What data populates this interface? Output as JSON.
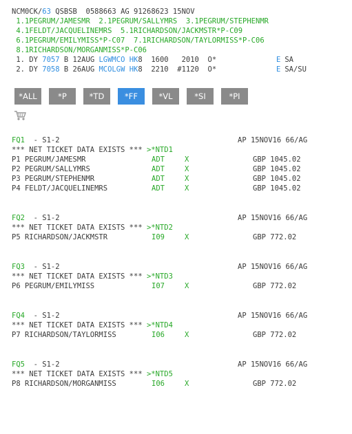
{
  "pnr": {
    "header": {
      "office_prefix": "NCM0CK/",
      "office_agent": "63",
      "rest": " QSBSB  0588663 AG 91268623 15NOV"
    },
    "names_lines": [
      " 1.1PEGRUM/JAMESMR  2.1PEGRUM/SALLYMRS  3.1PEGRUM/STEPHENMR",
      " 4.1FELDT/JACQUELINEMRS  5.1RICHARDSON/JACKMSTR*P-C09",
      " 6.1PEGRUM/EMILYMISS*P-C07  7.1RICHARDSON/TAYLORMISS*P-C06",
      " 8.1RICHARDSON/MORGANMISS*P-C06"
    ],
    "segments": [
      {
        "num": " 1. DY ",
        "flight": "7057",
        "cls": " B 12AUG ",
        "route": "LGWMCO",
        "status": " HK",
        "qty": "8",
        "times": "  1600   2010  O*",
        "eticket": "E",
        "days": " SA"
      },
      {
        "num": " 2. DY ",
        "flight": "7058",
        "cls": " B 26AUG ",
        "route": "MCOLGW",
        "status": " HK",
        "qty": "8",
        "times": "  2210  #1120  O*",
        "eticket": "E",
        "days": " SA/SU"
      }
    ]
  },
  "toolbar": {
    "buttons": [
      {
        "label": "*ALL",
        "active": false
      },
      {
        "label": "*P",
        "active": false
      },
      {
        "label": "*TD",
        "active": false
      },
      {
        "label": "*FF",
        "active": true
      },
      {
        "label": "*VL",
        "active": false
      },
      {
        "label": "*SI",
        "active": false
      },
      {
        "label": "*PI",
        "active": false
      }
    ],
    "cart_icon": "shopping-cart-icon",
    "active_color": "#3a8ee0",
    "inactive_color": "#8a8a8a"
  },
  "fares": [
    {
      "id": "FQ1",
      "segs": "  - S1-2",
      "ap": "AP 15NOV16 66/AG",
      "net_text": "*** NET TICKET DATA EXISTS *** ",
      "net_link": ">*NTD1",
      "passengers": [
        {
          "name": "P1 PEGRUM/JAMESMR",
          "type": "ADT",
          "x": "X",
          "amount": "GBP 1045.02"
        },
        {
          "name": "P2 PEGRUM/SALLYMRS",
          "type": "ADT",
          "x": "X",
          "amount": "GBP 1045.02"
        },
        {
          "name": "P3 PEGRUM/STEPHENMR",
          "type": "ADT",
          "x": "X",
          "amount": "GBP 1045.02"
        },
        {
          "name": "P4 FELDT/JACQUELINEMRS",
          "type": "ADT",
          "x": "X",
          "amount": "GBP 1045.02"
        }
      ]
    },
    {
      "id": "FQ2",
      "segs": "  - S1-2",
      "ap": "AP 15NOV16 66/AG",
      "net_text": "*** NET TICKET DATA EXISTS *** ",
      "net_link": ">*NTD2",
      "passengers": [
        {
          "name": "P5 RICHARDSON/JACKMSTR",
          "type": "I09",
          "x": "X",
          "amount": "GBP 772.02"
        }
      ]
    },
    {
      "id": "FQ3",
      "segs": "  - S1-2",
      "ap": "AP 15NOV16 66/AG",
      "net_text": "*** NET TICKET DATA EXISTS *** ",
      "net_link": ">*NTD3",
      "passengers": [
        {
          "name": "P6 PEGRUM/EMILYMISS",
          "type": "I07",
          "x": "X",
          "amount": "GBP 772.02"
        }
      ]
    },
    {
      "id": "FQ4",
      "segs": "  - S1-2",
      "ap": "AP 15NOV16 66/AG",
      "net_text": "*** NET TICKET DATA EXISTS *** ",
      "net_link": ">*NTD4",
      "passengers": [
        {
          "name": "P7 RICHARDSON/TAYLORMISS",
          "type": "I06",
          "x": "X",
          "amount": "GBP 772.02"
        }
      ]
    },
    {
      "id": "FQ5",
      "segs": "  - S1-2",
      "ap": "AP 15NOV16 66/AG",
      "net_text": "*** NET TICKET DATA EXISTS *** ",
      "net_link": ">*NTD5",
      "passengers": [
        {
          "name": "P8 RICHARDSON/MORGANMISS",
          "type": "I06",
          "x": "X",
          "amount": "GBP 772.02"
        }
      ]
    }
  ],
  "colors": {
    "text": "#3a3a3a",
    "green": "#27a827",
    "blue": "#2f8ee0"
  }
}
